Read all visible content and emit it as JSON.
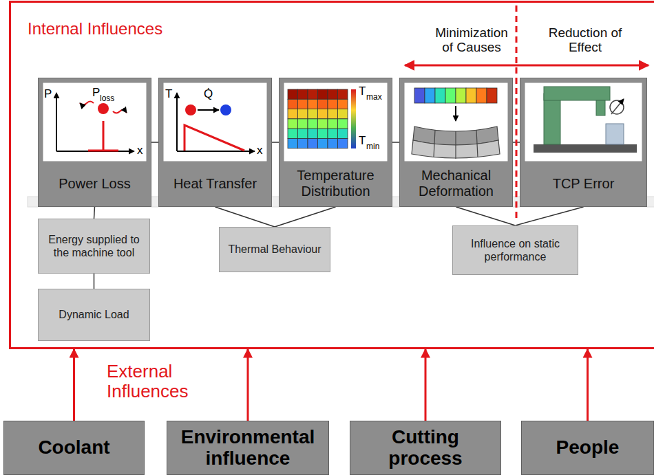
{
  "diagram": {
    "nodes": [
      {
        "text": [
          "Internal Influences"
        ]
      },
      {
        "text": [
          "Power Loss"
        ],
        "in": 0
      },
      {
        "text": [
          "Heat Transfer"
        ],
        "in": 0
      },
      {
        "text": [
          "Temperature Distribution"
        ],
        "in": 0
      },
      {
        "text": [
          "Mechanical Deformation"
        ],
        "in": 0
      },
      {
        "text": [
          "TCP Error"
        ],
        "in": 0
      },
      {
        "text": [
          "Energy supplied to the machine tool"
        ],
        "in": 0
      },
      {
        "text": [
          "Dynamic Load"
        ],
        "in": 0
      },
      {
        "text": [
          "Thermal Behaviour"
        ],
        "in": 0
      },
      {
        "text": [
          "Influence on static performance"
        ],
        "in": 0
      },
      {
        "text": [
          "Coolant"
        ]
      },
      {
        "text": [
          "Environmental influence"
        ]
      },
      {
        "text": [
          "Cutting process"
        ]
      },
      {
        "text": [
          "People"
        ]
      }
    ],
    "edges": [
      {
        "from": 1,
        "to": 2,
        "arrow": "none"
      },
      {
        "from": 2,
        "to": 3,
        "arrow": "none"
      },
      {
        "from": 3,
        "to": 4,
        "arrow": "none"
      },
      {
        "from": 4,
        "to": 5,
        "arrow": "none"
      },
      {
        "from": 1,
        "to": 6,
        "arrow": "none"
      },
      {
        "from": 6,
        "to": 7,
        "arrow": "none"
      },
      {
        "from": 2,
        "to": 8,
        "arrow": "none"
      },
      {
        "from": 3,
        "to": 8,
        "arrow": "none"
      },
      {
        "from": 4,
        "to": 9,
        "arrow": "none"
      },
      {
        "from": 5,
        "to": 9,
        "arrow": "none"
      },
      {
        "from": 10,
        "to": 0,
        "arrow": "to"
      },
      {
        "from": 11,
        "to": 0,
        "arrow": "to"
      },
      {
        "from": 12,
        "to": 0,
        "arrow": "to"
      },
      {
        "from": 13,
        "to": 0,
        "arrow": "to"
      }
    ],
    "labels": [
      "Minimization of Causes",
      "Reduction of Effect",
      "P",
      "P",
      "loss",
      "x",
      "T",
      "Q̇",
      "x",
      "T",
      "max",
      "T",
      "min",
      "External Influences"
    ]
  }
}
